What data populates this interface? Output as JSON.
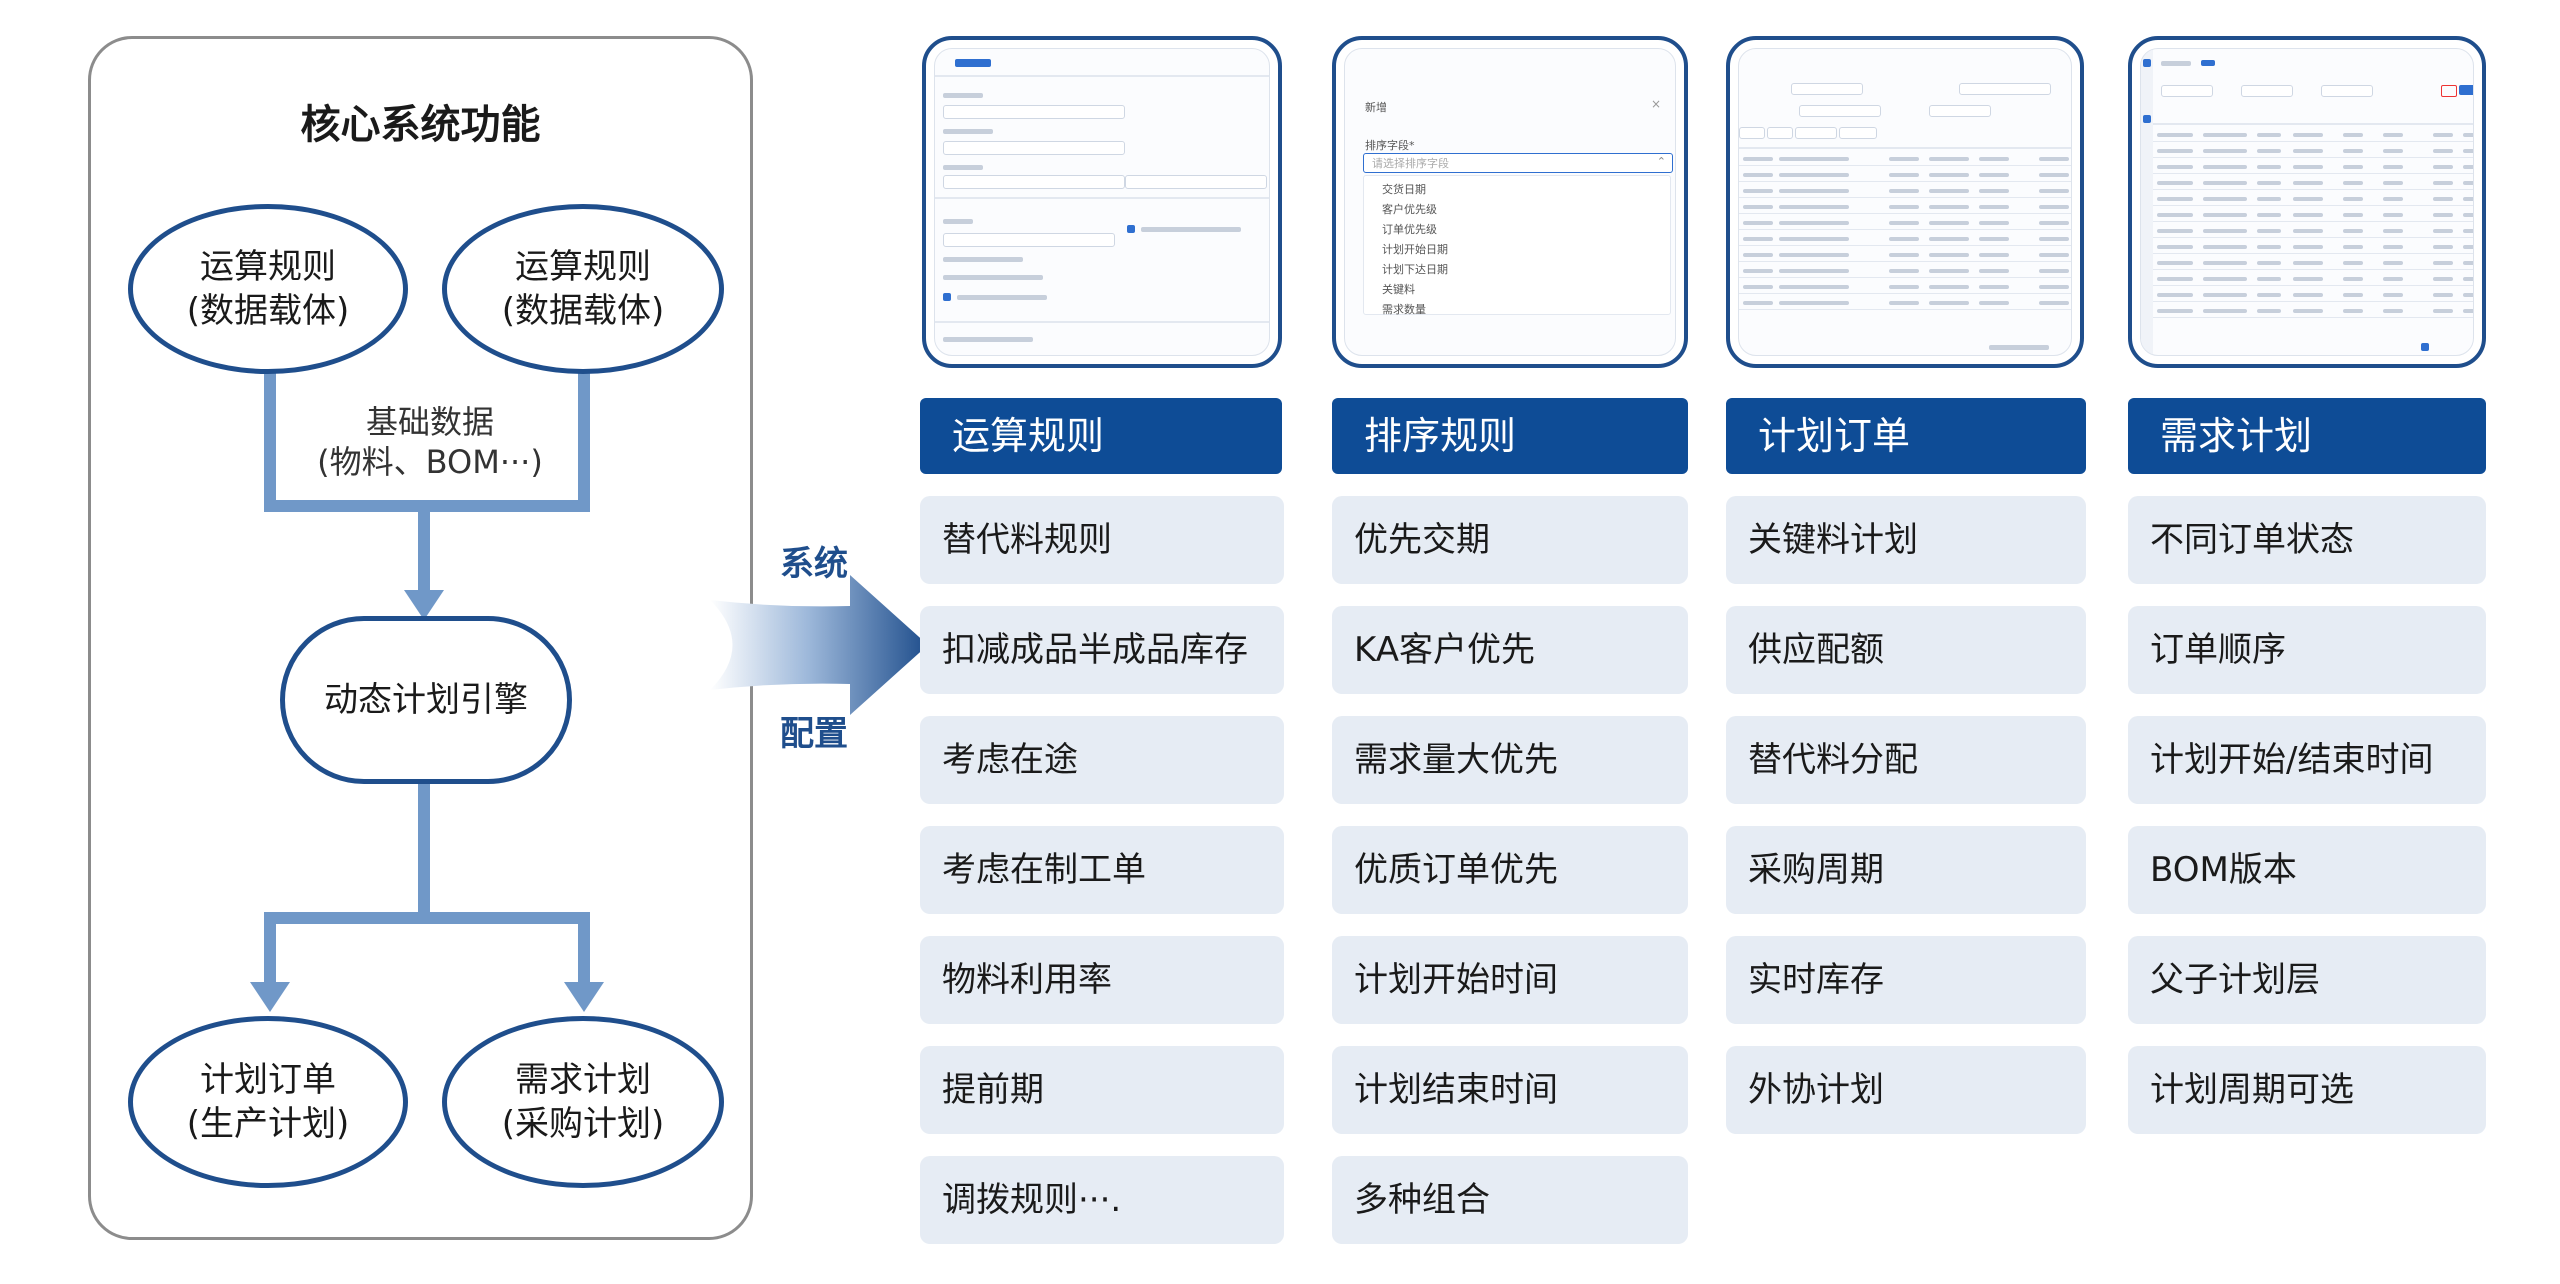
{
  "left_panel": {
    "title": "核心系统功能",
    "node_rule_1": {
      "line1": "运算规则",
      "line2": "(数据载体)"
    },
    "node_rule_2": {
      "line1": "运算规则",
      "line2": "(数据载体)"
    },
    "base_data": {
      "line1": "基础数据",
      "line2": "(物料、BOM···)"
    },
    "engine": "动态计划引擎",
    "node_plan_order": {
      "line1": "计划订单",
      "line2": "(生产计划)"
    },
    "node_demand_plan": {
      "line1": "需求计划",
      "line2": "(采购计划)"
    }
  },
  "arrow": {
    "top_label": "系统",
    "bottom_label": "配置"
  },
  "thumb_sort": {
    "title": "新增",
    "field_label": "排序字段*",
    "placeholder": "请选择排序字段",
    "options": [
      "交货日期",
      "客户优先级",
      "订单优先级",
      "计划开始日期",
      "计划下达日期",
      "关键料",
      "需求数量"
    ]
  },
  "columns": [
    {
      "header": "运算规则",
      "items": [
        "替代料规则",
        "扣减成品半成品库存",
        "考虑在途",
        "考虑在制工单",
        "物料利用率",
        "提前期",
        "调拨规则···."
      ]
    },
    {
      "header": "排序规则",
      "items": [
        "优先交期",
        "KA客户优先",
        "需求量大优先",
        "优质订单优先",
        "计划开始时间",
        "计划结束时间",
        "多种组合"
      ]
    },
    {
      "header": "计划订单",
      "items": [
        "关键料计划",
        "供应配额",
        "替代料分配",
        "采购周期",
        "实时库存",
        "外协计划"
      ]
    },
    {
      "header": "需求计划",
      "items": [
        "不同订单状态",
        "订单顺序",
        "计划开始/结束时间",
        "BOM版本",
        "父子计划层",
        "计划周期可选"
      ]
    }
  ],
  "colors": {
    "header_blue": "#0e4c96",
    "node_border": "#1f4e8c",
    "connector": "#7098c8",
    "item_bg": "#e6ecf4"
  }
}
